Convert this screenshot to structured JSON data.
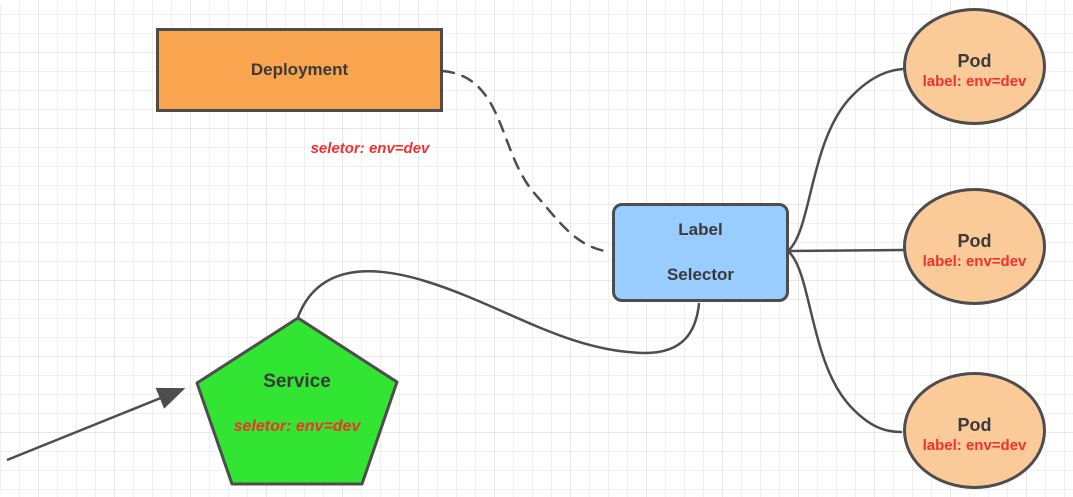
{
  "diagram": {
    "deployment": {
      "label": "Deployment",
      "annotation": "seletor:  env=dev"
    },
    "label_selector": {
      "line1": "Label",
      "line2": "Selector"
    },
    "service": {
      "label": "Service",
      "annotation": "seletor:  env=dev"
    },
    "pods": [
      {
        "label": "Pod",
        "sublabel": "label: env=dev"
      },
      {
        "label": "Pod",
        "sublabel": "label: env=dev"
      },
      {
        "label": "Pod",
        "sublabel": "label: env=dev"
      }
    ],
    "colors": {
      "deployment_fill": "#f9a44f",
      "selector_fill": "#99ccff",
      "service_fill": "#32e532",
      "pod_fill": "#fbca99",
      "stroke": "#4d4d4d",
      "annotation_red": "#f5302c",
      "text": "#3a3a3a",
      "grid_line": "#ececec"
    }
  }
}
